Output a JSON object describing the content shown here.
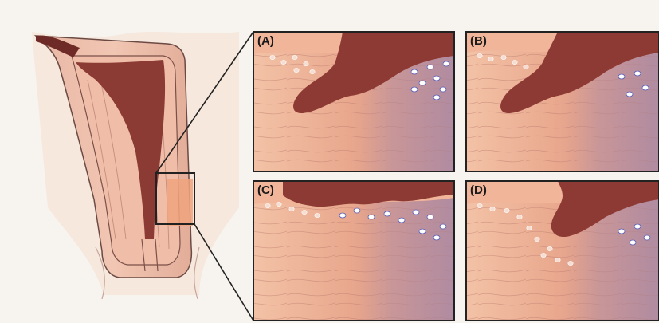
{
  "panels": [
    {
      "label": "(A)"
    },
    {
      "label": "(B)"
    },
    {
      "label": "(C)"
    },
    {
      "label": "(D)"
    }
  ],
  "colors": {
    "background": "#f7f3ee",
    "tissue_pink": "#f0b79a",
    "stroma_pink": "#e9a88c",
    "tumor_dark": "#8b3a34",
    "purple_zone": "#b08aa0",
    "frame": "#222222"
  }
}
